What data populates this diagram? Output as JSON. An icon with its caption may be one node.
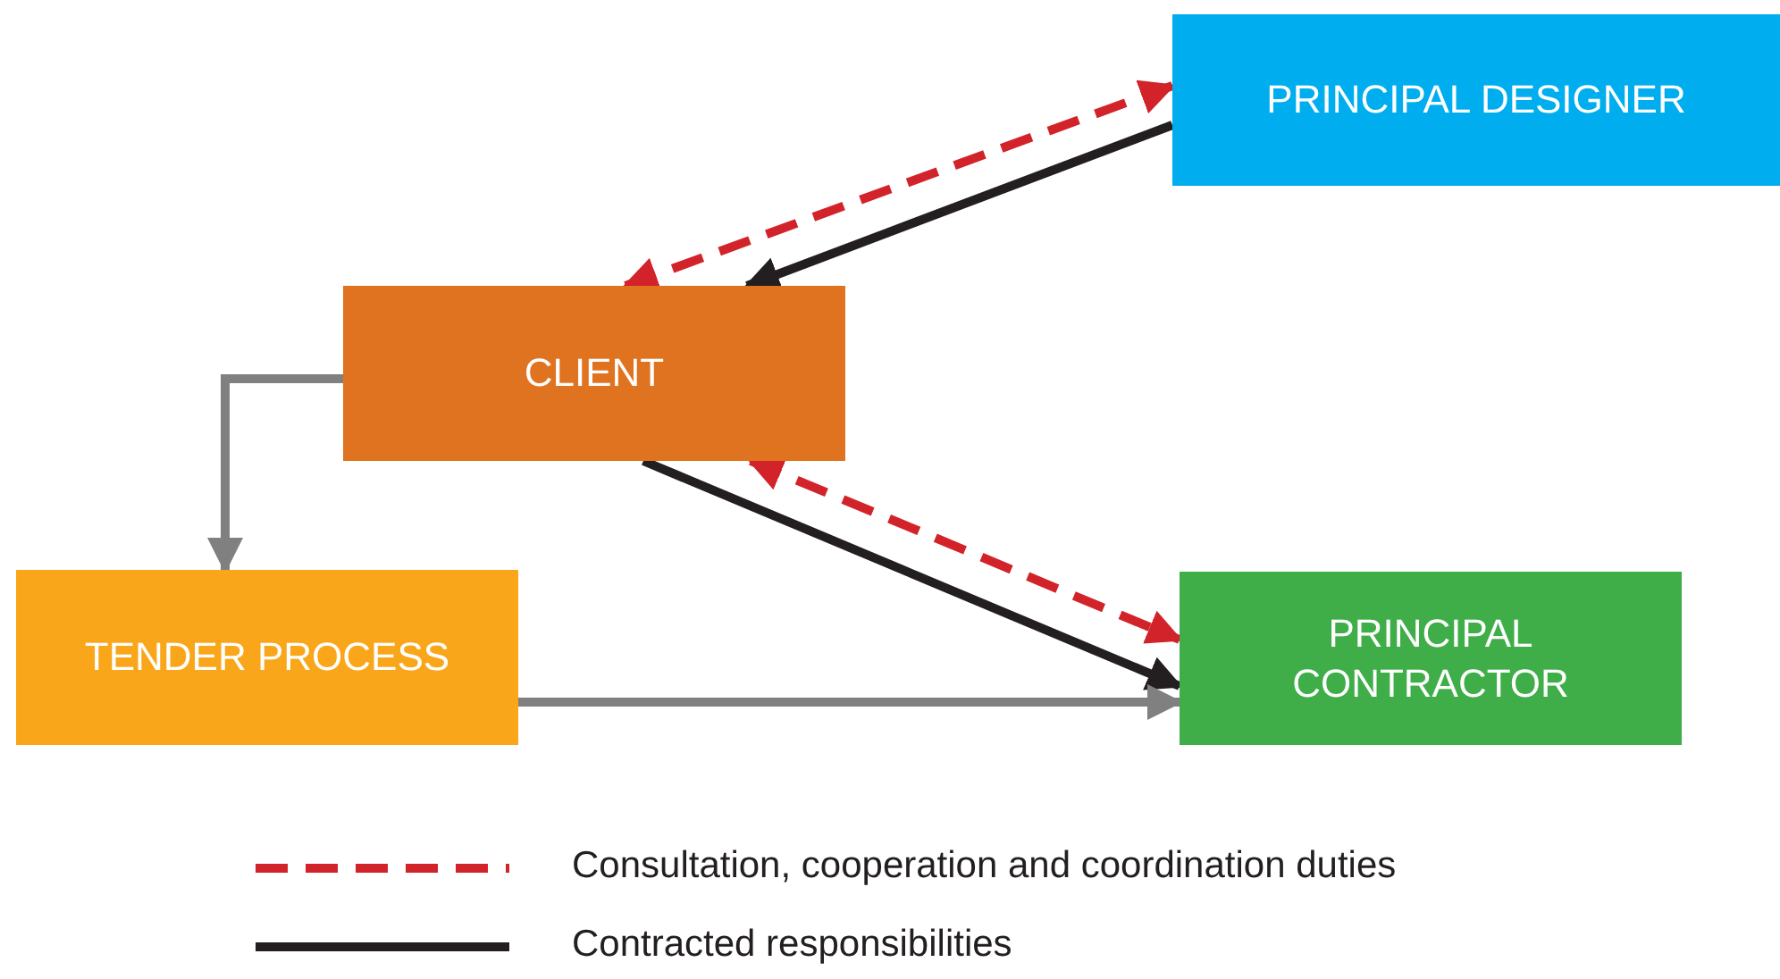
{
  "diagram": {
    "nodes": [
      {
        "text": [
          "PRINCIPAL DESIGNER"
        ]
      },
      {
        "text": [
          "CLIENT"
        ]
      },
      {
        "text": [
          "TENDER PROCESS"
        ]
      },
      {
        "text": [
          "PRINCIPAL CONTRACTOR"
        ]
      }
    ],
    "edges": [
      {
        "from": 1,
        "to": 0,
        "arrow": "both",
        "style": "dashed",
        "color": "#d2232a"
      },
      {
        "from": 0,
        "to": 1,
        "arrow": "to",
        "color": "#231f20"
      },
      {
        "from": 1,
        "to": 2,
        "arrow": "to",
        "color": "#808080"
      },
      {
        "from": 1,
        "to": 3,
        "arrow": "to",
        "color": "#231f20"
      },
      {
        "from": 1,
        "to": 3,
        "arrow": "both",
        "style": "dashed",
        "color": "#d2232a"
      },
      {
        "from": 2,
        "to": 3,
        "arrow": "to",
        "color": "#808080"
      }
    ],
    "legend": [
      {
        "text": "Consultation, cooperation and coordination duties"
      },
      {
        "text": "Contracted responsibilities"
      }
    ]
  }
}
